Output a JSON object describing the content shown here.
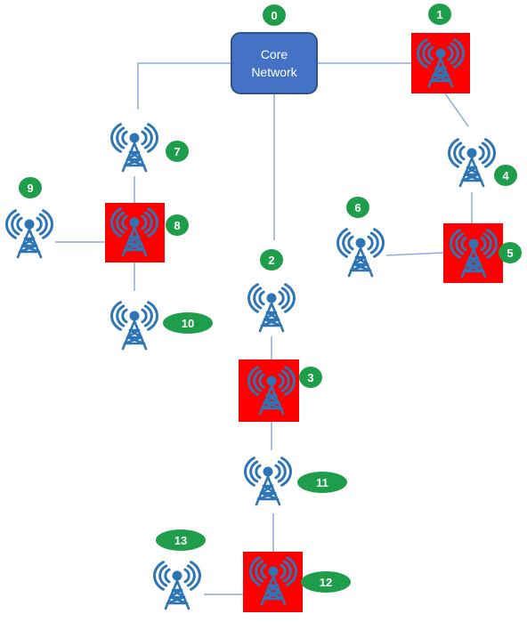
{
  "core": {
    "line1": "Core",
    "line2": "Network",
    "id": "0"
  },
  "nodes": [
    {
      "id": "1",
      "highlighted": true
    },
    {
      "id": "2",
      "highlighted": false
    },
    {
      "id": "3",
      "highlighted": true
    },
    {
      "id": "4",
      "highlighted": false
    },
    {
      "id": "5",
      "highlighted": true
    },
    {
      "id": "6",
      "highlighted": false
    },
    {
      "id": "7",
      "highlighted": false
    },
    {
      "id": "8",
      "highlighted": true
    },
    {
      "id": "9",
      "highlighted": false
    },
    {
      "id": "10",
      "highlighted": false
    },
    {
      "id": "11",
      "highlighted": false
    },
    {
      "id": "12",
      "highlighted": true
    },
    {
      "id": "13",
      "highlighted": false
    }
  ],
  "links": [
    [
      "0",
      "1"
    ],
    [
      "0",
      "7"
    ],
    [
      "0",
      "2"
    ],
    [
      "1",
      "4"
    ],
    [
      "4",
      "5"
    ],
    [
      "5",
      "6"
    ],
    [
      "7",
      "8"
    ],
    [
      "8",
      "9"
    ],
    [
      "8",
      "10"
    ],
    [
      "2",
      "3"
    ],
    [
      "3",
      "11"
    ],
    [
      "11",
      "12"
    ],
    [
      "12",
      "13"
    ]
  ],
  "colors": {
    "core_fill": "#4472C4",
    "core_stroke": "#2F528F",
    "tower": "#2E75B6",
    "highlight": "#FF0000",
    "badge": "#1E9E4A",
    "link": "#8FAADC"
  },
  "icon": "cell-tower-icon"
}
